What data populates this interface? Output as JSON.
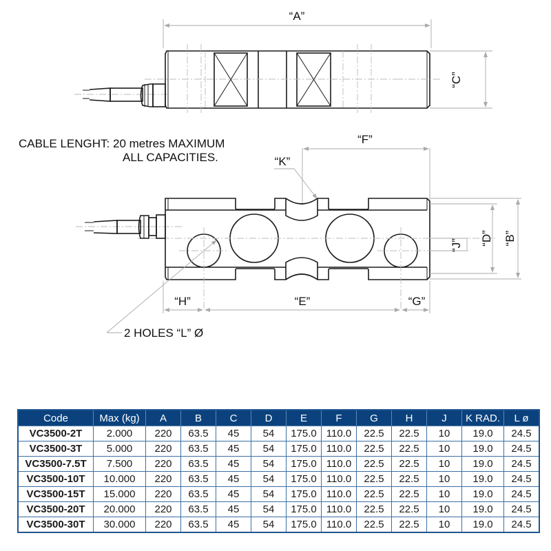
{
  "drawing": {
    "labels": {
      "A": "“A”",
      "B": "“B”",
      "C": "“C”",
      "D": "“D”",
      "E": "“E”",
      "F": "“F”",
      "G": "“G”",
      "H": "“H”",
      "J": "“J”",
      "K": "“K”"
    },
    "notes": {
      "cable_line1": "CABLE LENGHT: 20 metres MAXIMUM",
      "cable_line2": "ALL CAPACITIES.",
      "holes": "2 HOLES “L” Ø"
    }
  },
  "table": {
    "header_color": "#0b427d",
    "border_color": "#3a6fa4",
    "columns": [
      "Code",
      "Max (kg)",
      "A",
      "B",
      "C",
      "D",
      "E",
      "F",
      "G",
      "H",
      "J",
      "K RAD.",
      "L ø"
    ],
    "rows": [
      [
        "VC3500-2T",
        "2.000",
        "220",
        "63.5",
        "45",
        "54",
        "175.0",
        "110.0",
        "22.5",
        "22.5",
        "10",
        "19.0",
        "24.5"
      ],
      [
        "VC3500-3T",
        "5.000",
        "220",
        "63.5",
        "45",
        "54",
        "175.0",
        "110.0",
        "22.5",
        "22.5",
        "10",
        "19.0",
        "24.5"
      ],
      [
        "VC3500-7.5T",
        "7.500",
        "220",
        "63.5",
        "45",
        "54",
        "175.0",
        "110.0",
        "22.5",
        "22.5",
        "10",
        "19.0",
        "24.5"
      ],
      [
        "VC3500-10T",
        "10.000",
        "220",
        "63.5",
        "45",
        "54",
        "175.0",
        "110.0",
        "22.5",
        "22.5",
        "10",
        "19.0",
        "24.5"
      ],
      [
        "VC3500-15T",
        "15.000",
        "220",
        "63.5",
        "45",
        "54",
        "175.0",
        "110.0",
        "22.5",
        "22.5",
        "10",
        "19.0",
        "24.5"
      ],
      [
        "VC3500-20T",
        "20.000",
        "220",
        "63.5",
        "45",
        "54",
        "175.0",
        "110.0",
        "22.5",
        "22.5",
        "10",
        "19.0",
        "24.5"
      ],
      [
        "VC3500-30T",
        "30.000",
        "220",
        "63.5",
        "45",
        "54",
        "175.0",
        "110.0",
        "22.5",
        "22.5",
        "10",
        "19.0",
        "24.5"
      ]
    ]
  }
}
